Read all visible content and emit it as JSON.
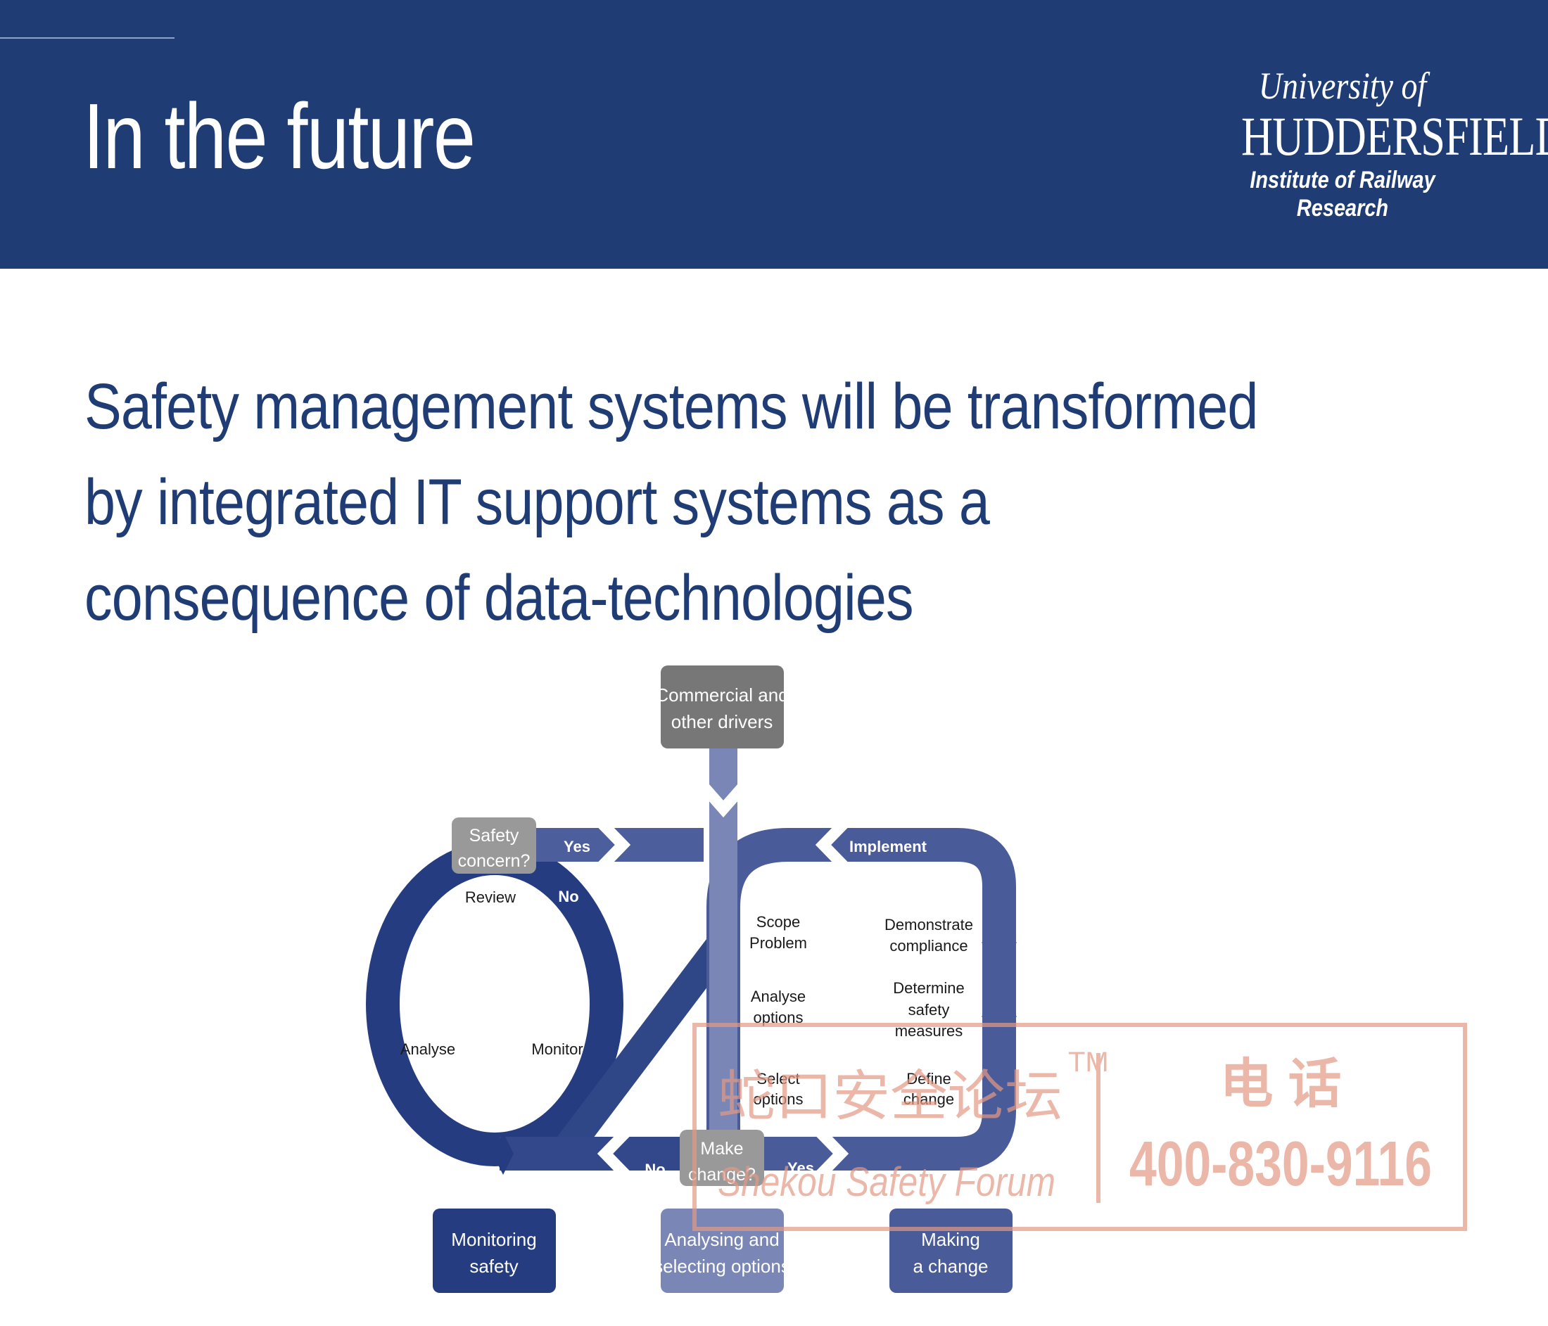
{
  "slide": {
    "title": "In the future",
    "body": "Safety management systems will be transformed by integrated IT support systems as a consequence of data-technologies"
  },
  "logo": {
    "line1": "University of",
    "line2": "HUDDERSFIELD",
    "line3": "Institute of Railway Research"
  },
  "diagram": {
    "drivers_box": [
      "Commercial and",
      "other drivers"
    ],
    "safety_concern": [
      "Safety",
      "concern?"
    ],
    "make_change": [
      "Make",
      "change?"
    ],
    "yes_top": "Yes",
    "no_review": "No",
    "implement": "Implement",
    "no_bottom": "No",
    "yes_bottom": "Yes",
    "review": "Review",
    "analyse": "Analyse",
    "monitor": "Monitor",
    "scope_problem": [
      "Scope",
      "Problem"
    ],
    "analyse_options": [
      "Analyse",
      "options"
    ],
    "select_options": [
      "Select",
      "options"
    ],
    "demonstrate_compliance": [
      "Demonstrate",
      "compliance"
    ],
    "determine_safety": [
      "Determine",
      "safety",
      "measures"
    ],
    "define_change": [
      "Define",
      "change"
    ],
    "box_monitoring": [
      "Monitoring",
      "safety"
    ],
    "box_analysing": [
      "Analysing and",
      "selecting options"
    ],
    "box_making": [
      "Making",
      "a change"
    ]
  },
  "watermark": {
    "tm": "TM",
    "cn_name": "蛇口安全论坛",
    "en_name": "Shekou Safety Forum",
    "phone_label": "电 话",
    "phone": "400-830-9116"
  },
  "colors": {
    "header_bg": "#1f3c74",
    "text_blue": "#1f3c74",
    "loop_dark": "#253d80",
    "loop_mid": "#4a5b9a",
    "loop_light": "#7a86b6",
    "grey_box": "#777777",
    "watermark": "#e39a86"
  }
}
